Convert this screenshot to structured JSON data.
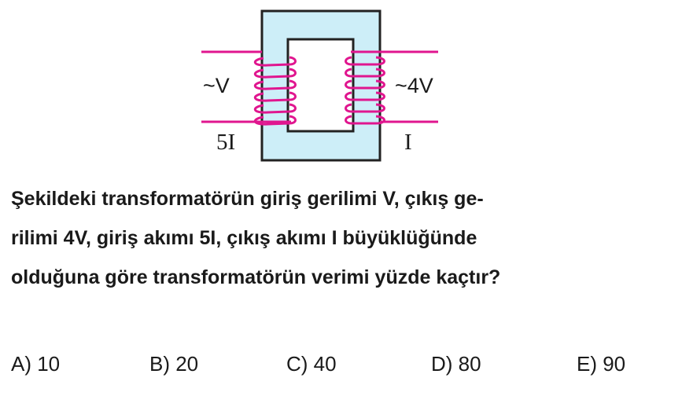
{
  "figure": {
    "left_voltage": "~V",
    "left_current": "5I",
    "right_voltage": "~4V",
    "right_current": "I",
    "core_color": "#cdeef8",
    "wire_color": "#e0168f"
  },
  "question": {
    "lines": [
      "Şekildeki transformatörün giriş gerilimi V, çıkış ge-",
      "rilimi 4V, giriş akımı 5I, çıkış akımı I büyüklüğünde",
      "olduğuna göre transformatörün verimi yüzde kaçtır?"
    ]
  },
  "answers": [
    "A) 10",
    "B) 20",
    "C) 40",
    "D) 80",
    "E) 90"
  ]
}
